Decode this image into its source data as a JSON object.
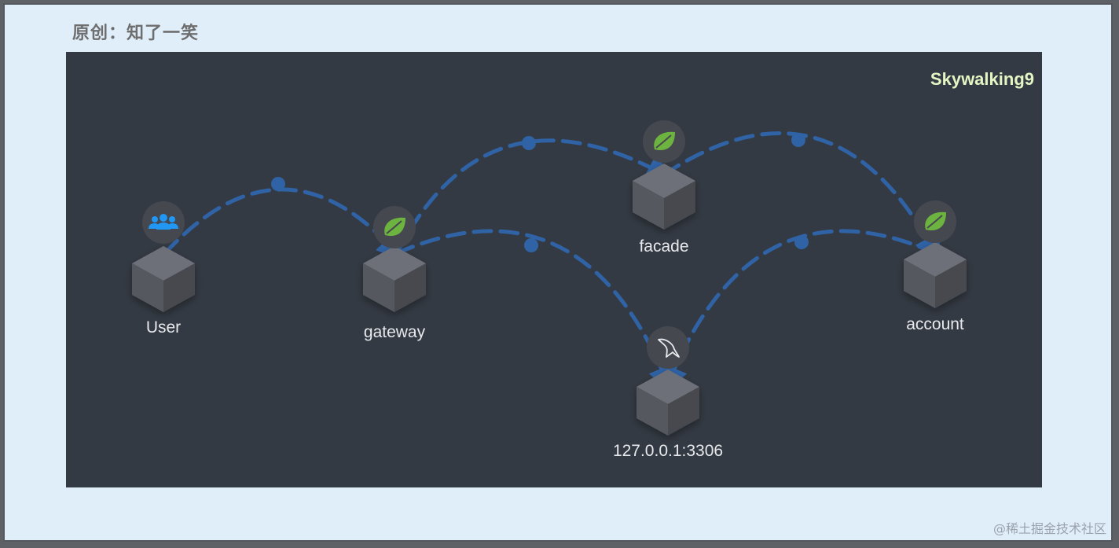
{
  "header": {
    "title": "原创：知了一笑"
  },
  "panel": {
    "brand": "Skywalking9"
  },
  "watermark": "@稀土掘金技术社区",
  "colors": {
    "background": "#e0eefa",
    "panel": "#343a43",
    "edge": "#2f63a6",
    "cube_top": "#6d7079",
    "cube_left": "#55585f",
    "cube_right": "#46494f",
    "badge": "#45484f",
    "spring_leaf": "#6db33f",
    "user_icon": "#2196f3",
    "brand": "#e6f5c4"
  },
  "nodes": [
    {
      "id": "user",
      "label": "User",
      "icon": "users-icon"
    },
    {
      "id": "gateway",
      "label": "gateway",
      "icon": "spring-leaf-icon"
    },
    {
      "id": "facade",
      "label": "facade",
      "icon": "spring-leaf-icon"
    },
    {
      "id": "account",
      "label": "account",
      "icon": "spring-leaf-icon"
    },
    {
      "id": "mysql",
      "label": "127.0.0.1:3306",
      "icon": "mysql-dolphin-icon"
    }
  ],
  "edges": [
    {
      "from": "user",
      "to": "gateway"
    },
    {
      "from": "gateway",
      "to": "facade"
    },
    {
      "from": "facade",
      "to": "account"
    },
    {
      "from": "gateway",
      "to": "mysql"
    },
    {
      "from": "account",
      "to": "mysql"
    }
  ]
}
